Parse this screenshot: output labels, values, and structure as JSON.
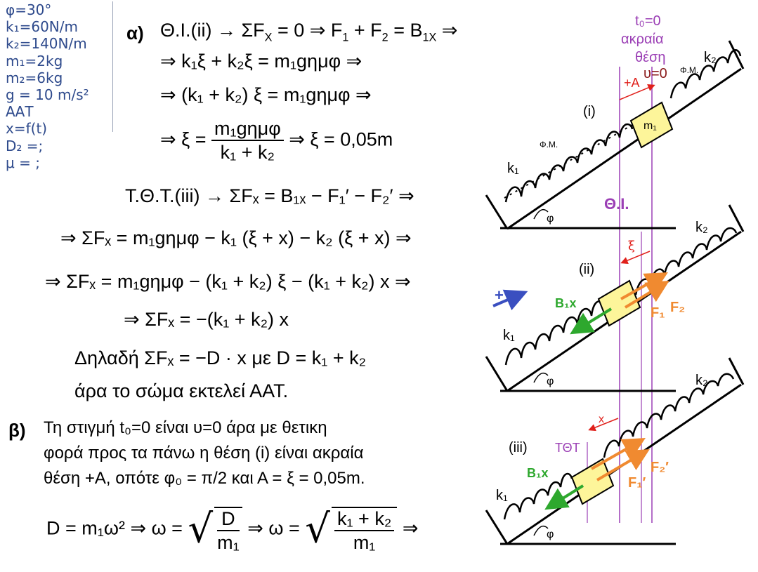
{
  "given": [
    "φ=30°",
    "k₁=60N/m",
    "k₂=140N/m",
    "m₁=2kg",
    "m₂=6kg",
    "g = 10 m/s²",
    "ΑΑΤ",
    "x=f(t)",
    "D₂ =;",
    "μ = ;"
  ],
  "part_a": {
    "label": "α)",
    "l1": "Θ.Ι.(ii) → ΣF",
    "l1b": " = 0 ⇒ F",
    "l1c": " + F",
    "l1d": " = B",
    "l1e": " ⇒",
    "l2": "⇒ k₁ξ + k₂ξ = m₁gημφ ⇒",
    "l3": "⇒ (k₁ + k₂) ξ = m₁gημφ ⇒",
    "l4a": "⇒ ξ =",
    "l4num": "m₁gημφ",
    "l4den": "k₁ + k₂",
    "l4b": "⇒ ξ = 0,05m",
    "l5": "Τ.Θ.Τ.(iii) → ΣFₓ = B₁ₓ − F₁′ − F₂′ ⇒",
    "l6": "⇒ ΣFₓ = m₁gημφ − k₁ (ξ + x) − k₂ (ξ + x) ⇒",
    "l7": "⇒ ΣFₓ = m₁gημφ − (k₁ + k₂) ξ − (k₁ + k₂) x ⇒",
    "l8": "⇒ ΣFₓ = −(k₁ + k₂) x",
    "l9": "Δηλαδή ΣFₓ = −D · x   με   D = k₁ + k₂",
    "l10": "άρα το σώμα εκτελεί ΑΑΤ."
  },
  "part_b": {
    "label": "β)",
    "t1": "Τη στιγμή t₀=0 είναι υ=0 άρα με θετικη",
    "t2": "φορά προς τα πάνω η θέση (i) είναι ακραία",
    "t3": "θέση +Α, οπότε φ₀ = π/2 και Α = ξ = 0,05m.",
    "eq_left": "D = m₁ω² ⇒ ω =",
    "sq1_num": "D",
    "sq1_den": "m₁",
    "eq_mid": "⇒ ω =",
    "sq2_num": "k₁ + k₂",
    "sq2_den": "m₁",
    "eq_end": "⇒"
  },
  "diagram": {
    "t0_label": "t₀=0",
    "akraia": "ακραία",
    "thesi": "θέση",
    "u0": "υ=0",
    "plusA": "+A",
    "k2_top": "k₂",
    "fm_top": "Φ.Μ.",
    "state_i": "(i)",
    "m1": "m₁",
    "fm_left": "Φ.Μ.",
    "k1_i": "k₁",
    "phi_i": "φ",
    "theta_i": "Θ.Ι.",
    "k2_ii": "k₂",
    "xi": "ξ",
    "state_ii": "(ii)",
    "plus": "+",
    "B1x_ii": "B₁x",
    "F1_ii": "F₁",
    "F2_ii": "F₂",
    "k1_ii": "k₁",
    "phi_ii": "φ",
    "k2_iii": "k₂",
    "x_lbl": "x",
    "state_iii": "(iii)",
    "tot": "ΤΘΤ",
    "B1x_iii": "B₁x",
    "F1_iii": "F₁′",
    "F2_iii": "F₂′",
    "k1_iii": "k₁",
    "phi_iii": "φ",
    "colors": {
      "purple": "#9b3fb5",
      "red": "#e0201b",
      "green": "#2ea82e",
      "orange": "#f08a30",
      "blue": "#3a4fc0",
      "block": "#fdf59a"
    }
  }
}
